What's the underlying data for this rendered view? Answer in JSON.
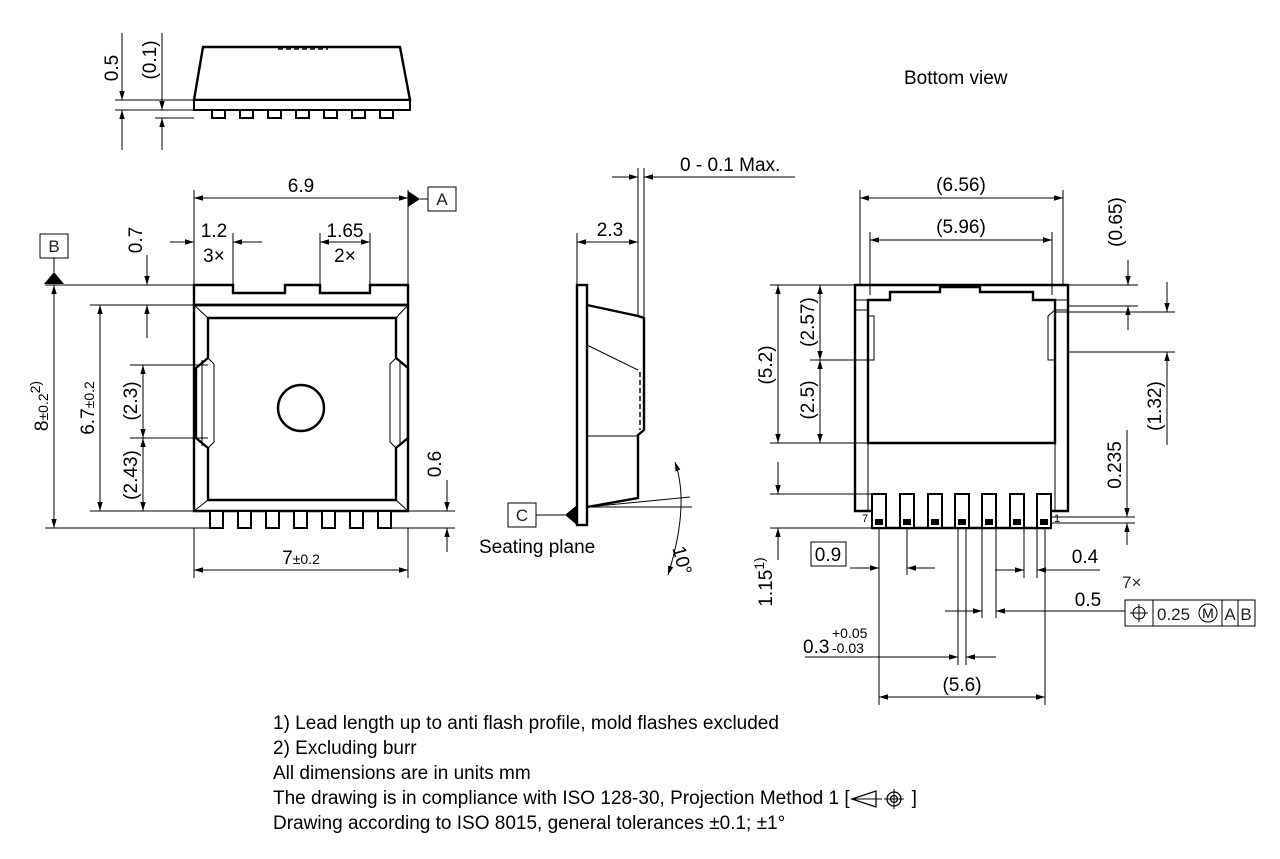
{
  "labels": {
    "bottom_view": "Bottom view",
    "seating_plane": "Seating plane",
    "datum_a": "A",
    "datum_b": "B",
    "datum_c": "C"
  },
  "dims": {
    "side_0_5": "0.5",
    "side_0_1": "(0.1)",
    "w_6_9": "6.9",
    "w_1_2": "1.2",
    "cnt_3x": "3×",
    "w_1_65": "1.65",
    "cnt_2x": "2×",
    "h_0_7": "0.7",
    "h_8": "8",
    "h_8_tol": "±0.2",
    "h_8_note": "2)",
    "h_6_7": "6.7",
    "h_6_7_tol": "±0.2",
    "h_2_3": "(2.3)",
    "h_2_43": "(2.43)",
    "h_0_6": "0.6",
    "w_7": "7",
    "w_7_tol": "±0.2",
    "flat_max": "0 - 0.1 Max.",
    "side_2_3": "2.3",
    "angle_10": "10°",
    "b_6_56": "(6.56)",
    "b_5_96": "(5.96)",
    "b_0_65": "(0.65)",
    "b_5_2": "(5.2)",
    "b_2_57": "(2.57)",
    "b_2_5": "(2.5)",
    "b_1_32": "(1.32)",
    "b_0_235": "0.235",
    "b_1_15": "1.15",
    "b_1_15_note": "1)",
    "b_0_9": "0.9",
    "b_0_4": "0.4",
    "b_0_5": "0.5",
    "b_0_3": "0.3",
    "b_0_3_plus": "+0.05",
    "b_0_3_minus": "-0.03",
    "b_5_6": "(5.6)",
    "pin_7": "7",
    "pin_1": "1",
    "fcf_count": "7×",
    "fcf_tol": "0.25",
    "fcf_mod": "M",
    "fcf_a": "A",
    "fcf_b": "B"
  },
  "notes": {
    "n1": "1) Lead length up to anti flash profile, mold flashes excluded",
    "n2": "2) Excluding burr",
    "n3": "All dimensions are in units mm",
    "n4": "The drawing is in compliance with ISO 128-30, Projection Method 1 [",
    "n4_end": "]",
    "n5": "Drawing according to ISO 8015, general tolerances ±0.1; ±1°"
  }
}
